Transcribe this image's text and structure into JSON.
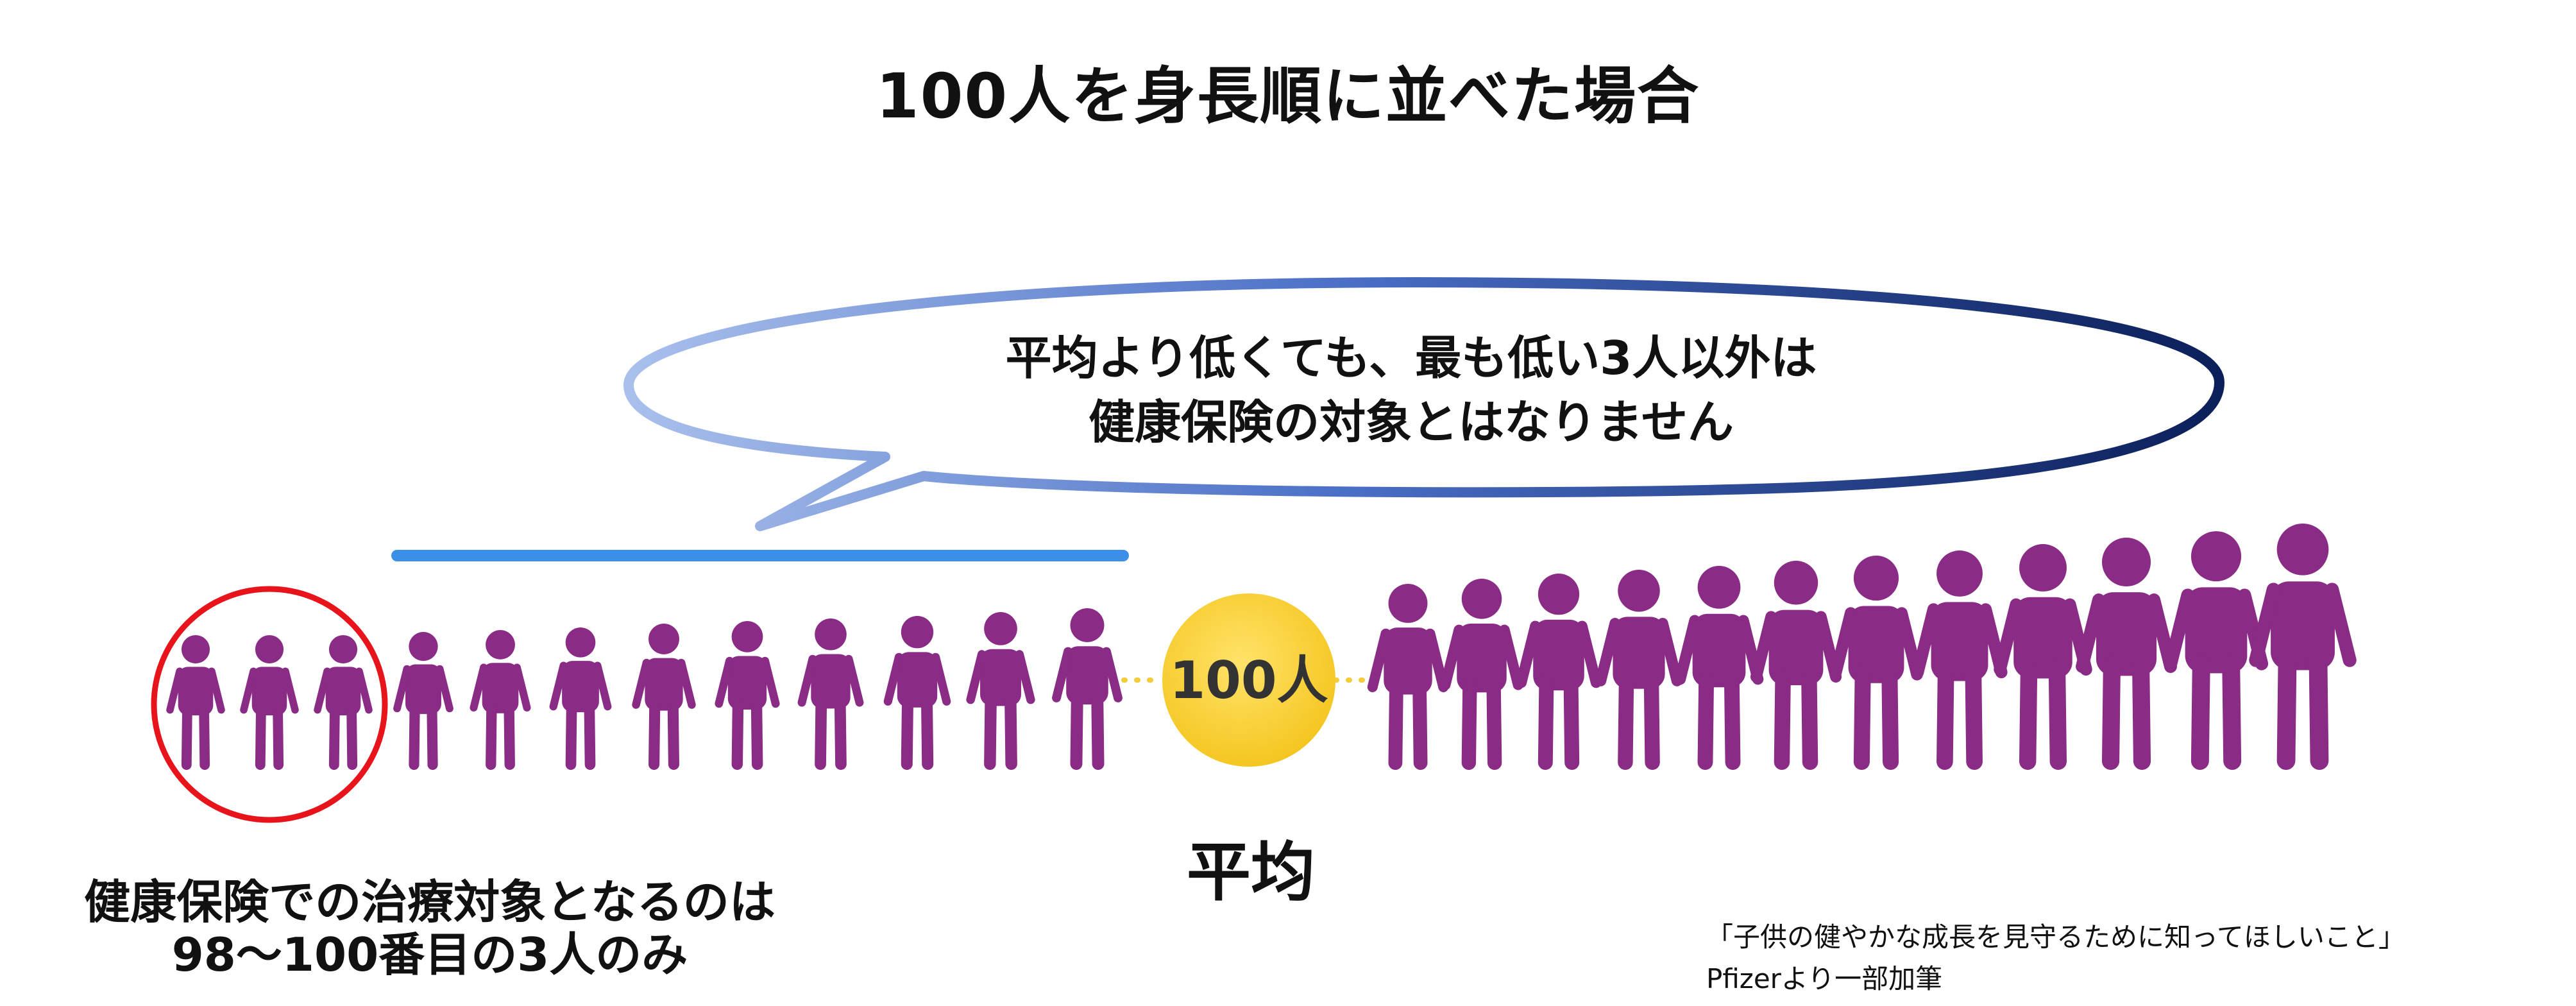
{
  "title": "100人を身長順に並べた場合",
  "bubble": {
    "line1": "平均より低くても、最も低い3人以外は",
    "line2": "健康保険の対象とはなりません"
  },
  "center_badge": "100人",
  "average_label": "平均",
  "note": {
    "line1": "健康保険での治療対象となるのは",
    "line2": "98〜100番目の3人のみ"
  },
  "source": {
    "line1": "「子供の健やかな成長を見守るために知ってほしいこと」",
    "line2": "Pfizerより一部加筆"
  },
  "colors": {
    "figure": "#8a2b86",
    "circle": "#e8141c",
    "bar": "#3c8fe6",
    "badge": "#f7cf2e",
    "bubble_border": "#1a3c8c"
  }
}
